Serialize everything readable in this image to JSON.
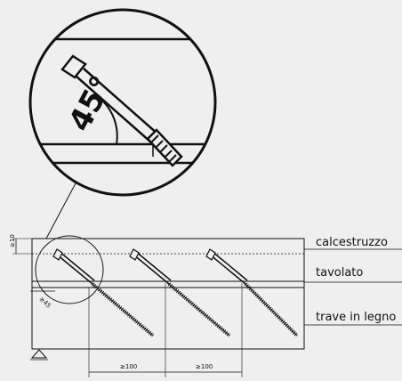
{
  "labels": {
    "concrete": "calcestruzzo",
    "boarding": "tavolato",
    "timber_beam": "trave in legno"
  },
  "detail": {
    "angle": "45°"
  },
  "dimensions": {
    "slab_thickness": "≥10",
    "edge_distance": "≥45",
    "spacing_1": "≥100",
    "spacing_2": "≥100"
  },
  "colors": {
    "background": "#efefef",
    "line": "#111111"
  }
}
